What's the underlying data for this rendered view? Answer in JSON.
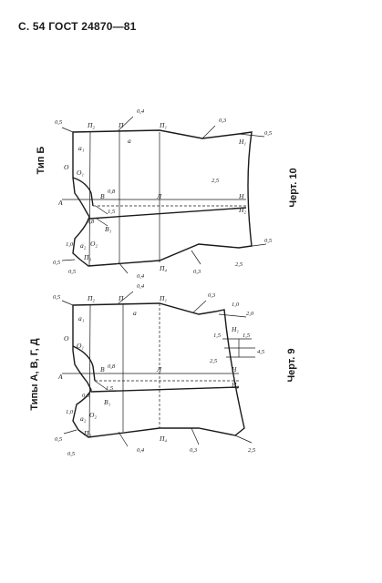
{
  "header": {
    "text": "С. 54 ГОСТ 24870—81"
  },
  "figure9": {
    "caption": "Черт. 9",
    "type_label": "Типы А, В, Г, Д"
  },
  "figure10": {
    "caption": "Черт. 10",
    "type_label": "Тип Б"
  },
  "labels": {
    "A": "А",
    "B": "В",
    "L": "Л",
    "N": "Н",
    "N1": "Н₁",
    "N2": "Н₂",
    "P": "П",
    "P1": "П₁",
    "P2": "П₂",
    "P3": "П₃",
    "P4": "П₄",
    "a": "а",
    "a1": "а₁",
    "a2": "а₂",
    "O": "О",
    "O1": "О₁",
    "O2": "О₂",
    "B1": "В₁",
    "d05": "0,5",
    "d04": "0,4",
    "d03": "0,3",
    "d10": "1,0",
    "d15": "1,5",
    "d25": "2,5",
    "d20": "2,0",
    "d45": "4,5",
    "d08": "0,8",
    "d45b": "0,45"
  }
}
